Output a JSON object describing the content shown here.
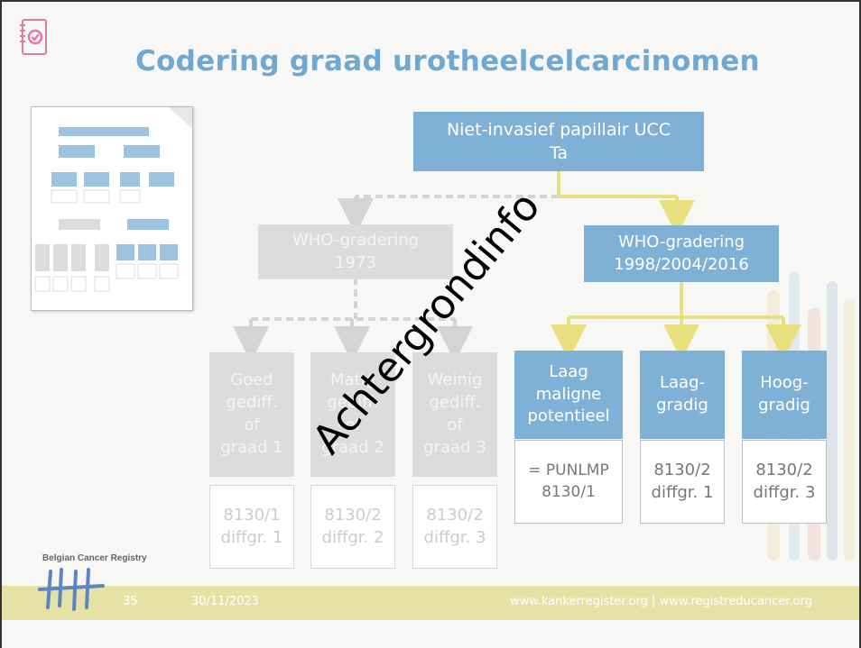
{
  "title": "Codering graad urotheelcelcarcinomen",
  "colors": {
    "blue": "#7fb1d6",
    "gray": "#dcdcdc",
    "yellow_line": "#e8e07e",
    "title": "#6fa8d1"
  },
  "top_node": {
    "label": "Niet-invasief papillair UCC\nTa"
  },
  "who_1973": {
    "label": "WHO-gradering\n1973"
  },
  "who_new": {
    "label": "WHO-gradering\n1998/2004/2016"
  },
  "grades_1973": [
    {
      "label": "Goed\ngediff.\nof\ngraad 1",
      "code": "8130/1\ndiffgr. 1"
    },
    {
      "label": "Matig\ngediff.\nof\ngraad 2",
      "code": "8130/2\ndiffgr. 2"
    },
    {
      "label": "Weinig\ngediff.\nof\ngraad 3",
      "code": "8130/2\ndiffgr. 3"
    }
  ],
  "grades_new": [
    {
      "label": "Laag\nmaligne\npotentieel",
      "code": "= PUNLMP\n8130/1"
    },
    {
      "label": "Laag-\ngradig",
      "code": "8130/2\ndiffgr. 1"
    },
    {
      "label": "Hoog-\ngradig",
      "code": "8130/2\ndiffgr. 3"
    }
  ],
  "watermark": "Achtergrondinfo",
  "footer": {
    "org": "Belgian Cancer Registry",
    "page": "35",
    "date": "30/11/2023",
    "urls": "www.kankerregister.org  |  www.registreducancer.org"
  },
  "icons": {
    "logo": "checklist-icon",
    "thumbnail": "document-thumbnail-icon",
    "registry_logo": "registry-logo-icon"
  }
}
